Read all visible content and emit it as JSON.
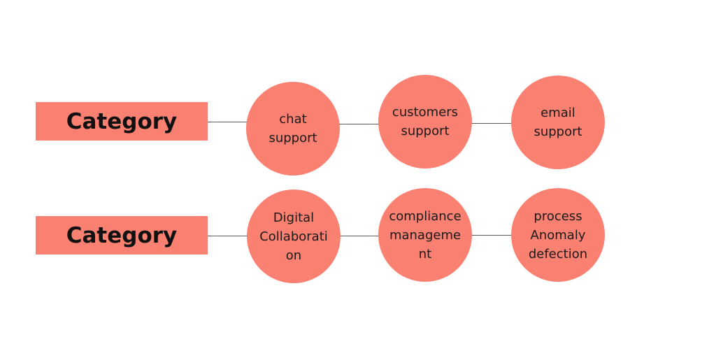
{
  "colors": {
    "fill": "#fa8072",
    "connector": "#5a5a5a",
    "text": "#111111"
  },
  "rows": [
    {
      "category": "Category",
      "nodes": [
        "chat\nsupport",
        "customers\nsupport",
        "email\nsupport"
      ]
    },
    {
      "category": "Category",
      "nodes": [
        "Digital\nCollaborati\non",
        "compliance\nmanageme\nnt",
        "process\nAnomaly\ndefection"
      ]
    }
  ]
}
